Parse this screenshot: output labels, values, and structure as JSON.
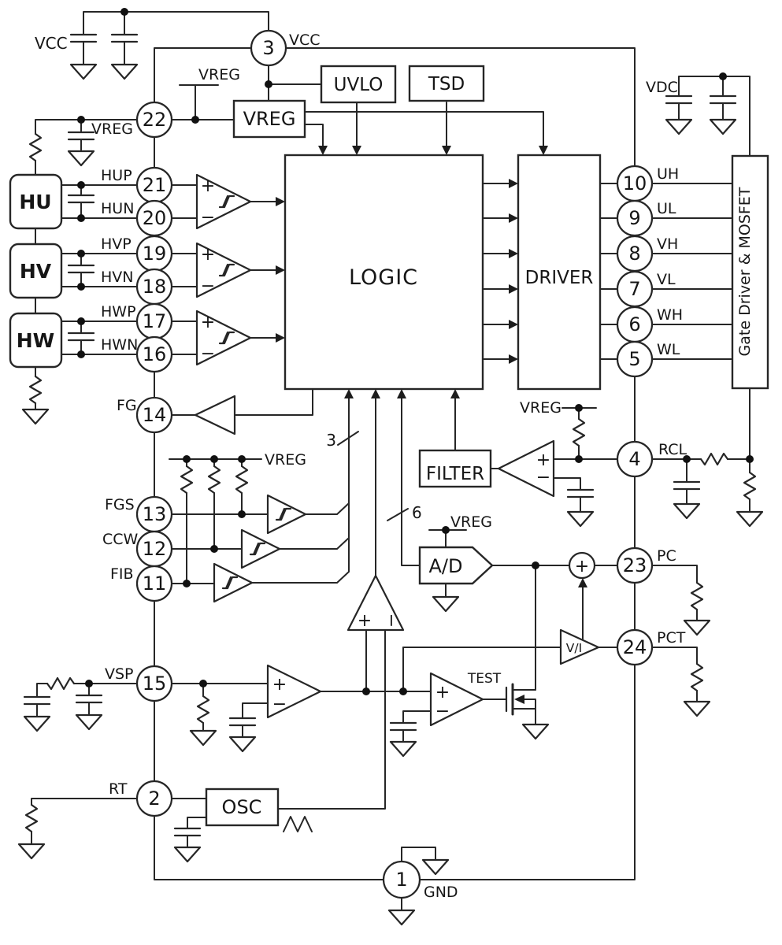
{
  "diagram": "motor-driver-ic-block-diagram",
  "colors": {
    "line": "#262626",
    "text": "#161616",
    "background": "#ffffff"
  },
  "power": {
    "vcc": "VCC",
    "vreg": "VREG",
    "vdc": "VDC",
    "gnd": "GND"
  },
  "blocks": {
    "uvlo": "UVLO",
    "tsd": "TSD",
    "vreg": "VREG",
    "logic": "LOGIC",
    "driver": "DRIVER",
    "gate_driver": "Gate Driver & MOSFET",
    "filter": "FILTER",
    "adc": "A/D",
    "osc": "OSC",
    "test": "TEST",
    "vi": "V/I"
  },
  "halls": {
    "hu": "HU",
    "hv": "HV",
    "hw": "HW"
  },
  "buses": {
    "hall_logic_width": "3",
    "adc_logic_width": "6"
  },
  "symbols": {
    "plus": "+",
    "minus": "−"
  },
  "pins": {
    "p1": {
      "num": "1",
      "name": "GND"
    },
    "p2": {
      "num": "2",
      "name": "RT"
    },
    "p3": {
      "num": "3",
      "name": "VCC"
    },
    "p4": {
      "num": "4",
      "name": "RCL"
    },
    "p5": {
      "num": "5",
      "name": "WL"
    },
    "p6": {
      "num": "6",
      "name": "WH"
    },
    "p7": {
      "num": "7",
      "name": "VL"
    },
    "p8": {
      "num": "8",
      "name": "VH"
    },
    "p9": {
      "num": "9",
      "name": "UL"
    },
    "p10": {
      "num": "10",
      "name": "UH"
    },
    "p11": {
      "num": "11",
      "name": "FIB"
    },
    "p12": {
      "num": "12",
      "name": "CCW"
    },
    "p13": {
      "num": "13",
      "name": "FGS"
    },
    "p14": {
      "num": "14",
      "name": "FG"
    },
    "p15": {
      "num": "15",
      "name": "VSP"
    },
    "p16": {
      "num": "16",
      "name": "HWN"
    },
    "p17": {
      "num": "17",
      "name": "HWP"
    },
    "p18": {
      "num": "18",
      "name": "HVN"
    },
    "p19": {
      "num": "19",
      "name": "HVP"
    },
    "p20": {
      "num": "20",
      "name": "HUN"
    },
    "p21": {
      "num": "21",
      "name": "HUP"
    },
    "p22": {
      "num": "22",
      "name": "VREG"
    },
    "p23": {
      "num": "23",
      "name": "PC"
    },
    "p24": {
      "num": "24",
      "name": "PCT"
    }
  }
}
